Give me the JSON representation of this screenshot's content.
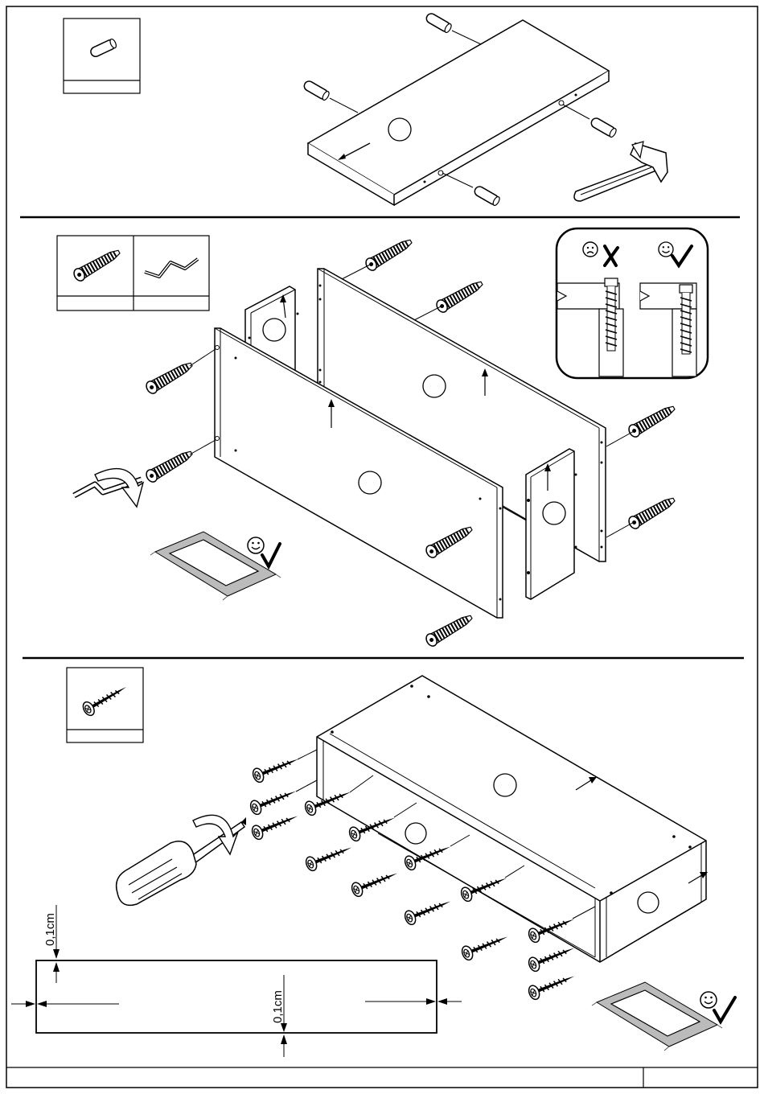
{
  "document": {
    "type": "assembly-instructions",
    "steps": [
      {
        "name": "step-1",
        "parts": [
          "wooden-dowel"
        ],
        "tool": "hammer"
      },
      {
        "name": "step-2",
        "parts": [
          "cam-bolt",
          "allen-key"
        ],
        "tool": "allen-key",
        "inset": [
          "wrong-fitting",
          "correct-fitting"
        ],
        "work_surface": "use-protective-rug"
      },
      {
        "name": "step-3",
        "parts": [
          "wood-screw"
        ],
        "tool": "screwdriver",
        "work_surface": "use-protective-rug"
      }
    ],
    "dimensions": {
      "top_gap": "0,1cm",
      "bottom_gap": "0,1cm"
    }
  }
}
